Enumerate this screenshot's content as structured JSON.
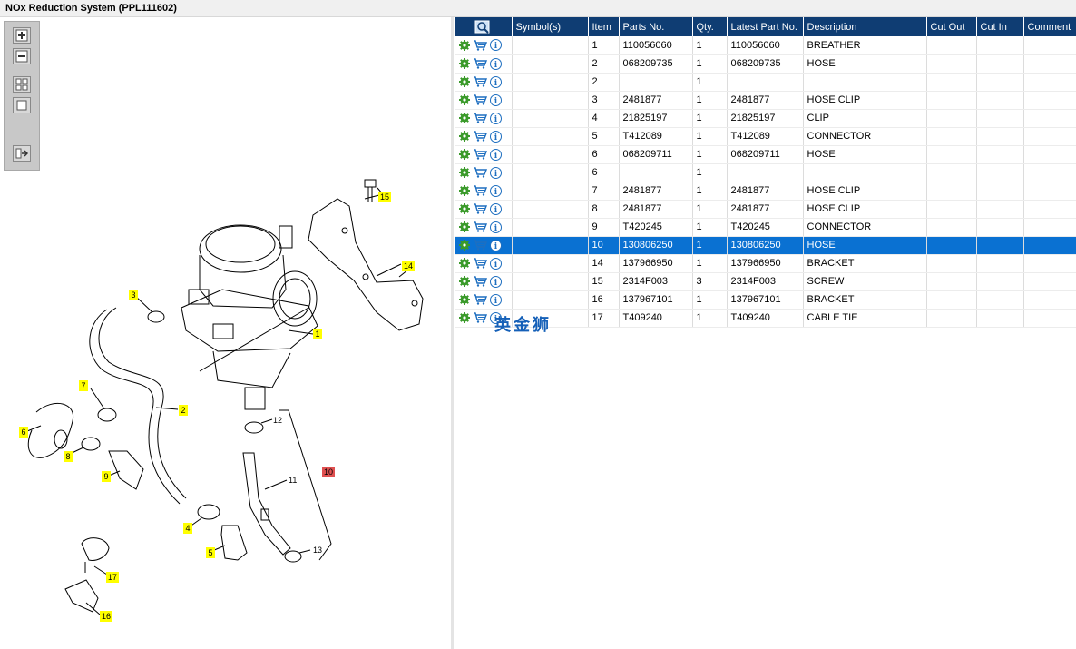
{
  "window": {
    "title": "NOx Reduction System (PPL111602)"
  },
  "toolbar": {
    "icons": [
      "zoom-in-icon",
      "zoom-out-icon",
      "fit-all-icon",
      "fit-page-icon",
      "export-icon"
    ]
  },
  "diagram": {
    "callouts": [
      {
        "label": "15",
        "highlight": "yellow"
      },
      {
        "label": "14",
        "highlight": "yellow"
      },
      {
        "label": "3",
        "highlight": "yellow"
      },
      {
        "label": "1",
        "highlight": "yellow"
      },
      {
        "label": "7",
        "highlight": "yellow"
      },
      {
        "label": "2",
        "highlight": "yellow"
      },
      {
        "label": "6",
        "highlight": "yellow"
      },
      {
        "label": "8",
        "highlight": "yellow"
      },
      {
        "label": "9",
        "highlight": "yellow"
      },
      {
        "label": "10",
        "highlight": "red"
      },
      {
        "label": "4",
        "highlight": "yellow"
      },
      {
        "label": "5",
        "highlight": "yellow"
      },
      {
        "label": "17",
        "highlight": "yellow"
      },
      {
        "label": "16",
        "highlight": "yellow"
      }
    ],
    "plain_labels": [
      "12",
      "11",
      "13"
    ]
  },
  "table": {
    "headers": [
      "Symbol(s)",
      "Item",
      "Parts No.",
      "Qty.",
      "Latest Part No.",
      "Description",
      "Cut Out",
      "Cut In",
      "Comment"
    ],
    "rows": [
      {
        "item": "1",
        "part": "110056060",
        "qty": "1",
        "latest": "110056060",
        "desc": "BREATHER"
      },
      {
        "item": "2",
        "part": "068209735",
        "qty": "1",
        "latest": "068209735",
        "desc": "HOSE"
      },
      {
        "item": "2",
        "part": "",
        "qty": "1",
        "latest": "",
        "desc": ""
      },
      {
        "item": "3",
        "part": "2481877",
        "qty": "1",
        "latest": "2481877",
        "desc": "HOSE CLIP"
      },
      {
        "item": "4",
        "part": "21825197",
        "qty": "1",
        "latest": "21825197",
        "desc": "CLIP"
      },
      {
        "item": "5",
        "part": "T412089",
        "qty": "1",
        "latest": "T412089",
        "desc": "CONNECTOR"
      },
      {
        "item": "6",
        "part": "068209711",
        "qty": "1",
        "latest": "068209711",
        "desc": "HOSE"
      },
      {
        "item": "6",
        "part": "",
        "qty": "1",
        "latest": "",
        "desc": ""
      },
      {
        "item": "7",
        "part": "2481877",
        "qty": "1",
        "latest": "2481877",
        "desc": "HOSE CLIP"
      },
      {
        "item": "8",
        "part": "2481877",
        "qty": "1",
        "latest": "2481877",
        "desc": "HOSE CLIP"
      },
      {
        "item": "9",
        "part": "T420245",
        "qty": "1",
        "latest": "T420245",
        "desc": "CONNECTOR"
      },
      {
        "item": "10",
        "part": "130806250",
        "qty": "1",
        "latest": "130806250",
        "desc": "HOSE",
        "selected": true
      },
      {
        "item": "14",
        "part": "137966950",
        "qty": "1",
        "latest": "137966950",
        "desc": "BRACKET"
      },
      {
        "item": "15",
        "part": "2314F003",
        "qty": "3",
        "latest": "2314F003",
        "desc": "SCREW"
      },
      {
        "item": "16",
        "part": "137967101",
        "qty": "1",
        "latest": "137967101",
        "desc": "BRACKET"
      },
      {
        "item": "17",
        "part": "T409240",
        "qty": "1",
        "latest": "T409240",
        "desc": "CABLE TIE"
      }
    ]
  },
  "watermark": "英金狮",
  "colors": {
    "header": "#0f3d73",
    "selected": "#0a71d2",
    "callout": "#ffff00",
    "callout_active": "#e05050"
  }
}
